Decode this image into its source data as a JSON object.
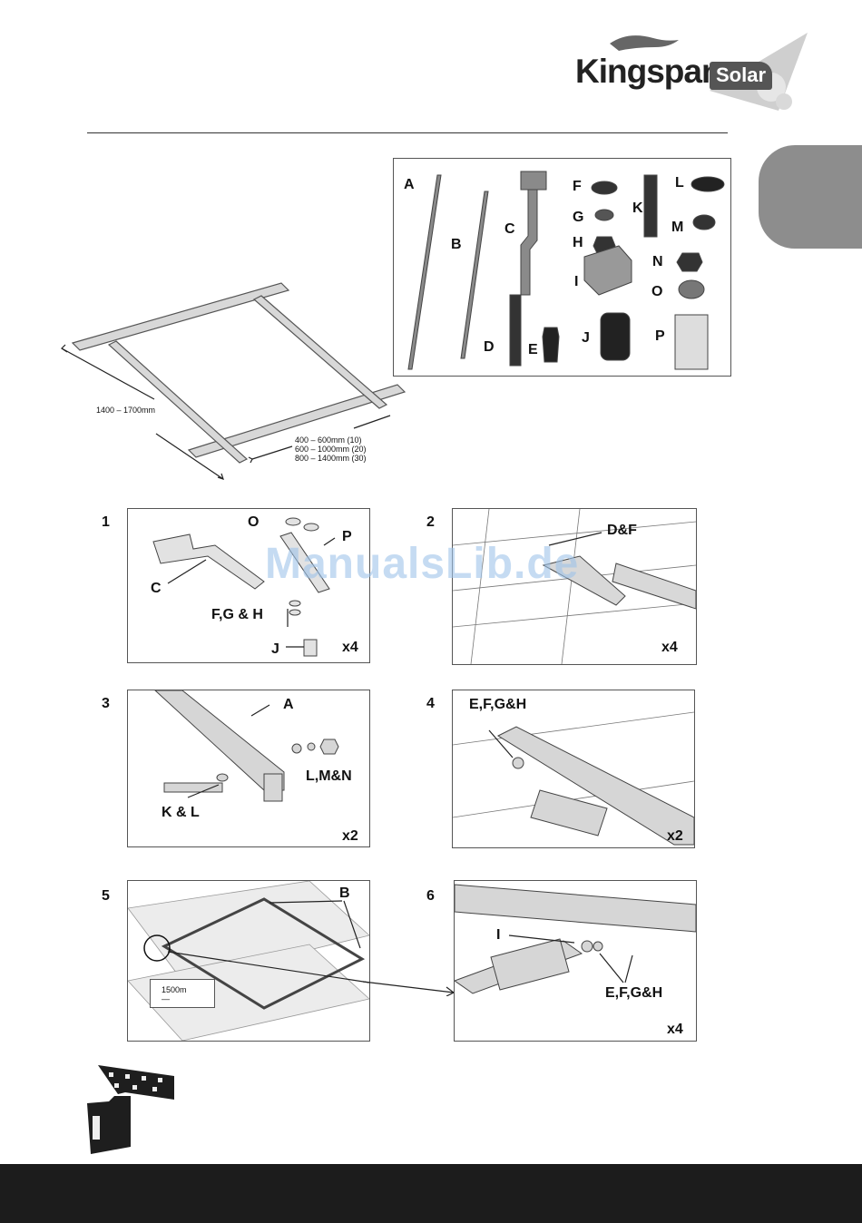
{
  "brand": {
    "name": "Kingspan",
    "sub": "Solar"
  },
  "frame": {
    "length": "1400 – 1700mm",
    "spacing": [
      "400 – 600mm (10)",
      "600 – 1000mm (20)",
      "800 – 1400mm (30)"
    ]
  },
  "parts": [
    "A",
    "B",
    "C",
    "D",
    "E",
    "F",
    "G",
    "H",
    "I",
    "J",
    "K",
    "L",
    "M",
    "N",
    "O",
    "P"
  ],
  "steps": [
    {
      "num": "1",
      "mult": "x4",
      "labels": [
        "O",
        "P",
        "C",
        "F,G & H",
        "J"
      ]
    },
    {
      "num": "2",
      "mult": "x4",
      "labels": [
        "D&F"
      ]
    },
    {
      "num": "3",
      "mult": "x2",
      "labels": [
        "A",
        "L,M&N",
        "K & L"
      ]
    },
    {
      "num": "4",
      "mult": "x2",
      "labels": [
        "E,F,G&H"
      ]
    },
    {
      "num": "5",
      "mult": "",
      "labels": [
        "B",
        "1500m",
        "—"
      ]
    },
    {
      "num": "6",
      "mult": "x4",
      "labels": [
        "I",
        "E,F,G&H"
      ]
    }
  ],
  "watermark": "ManualsLib.de",
  "colors": {
    "tab": "#8d8d8d",
    "footer": "#1c1c1c",
    "watermark": "#9fc4ea"
  }
}
